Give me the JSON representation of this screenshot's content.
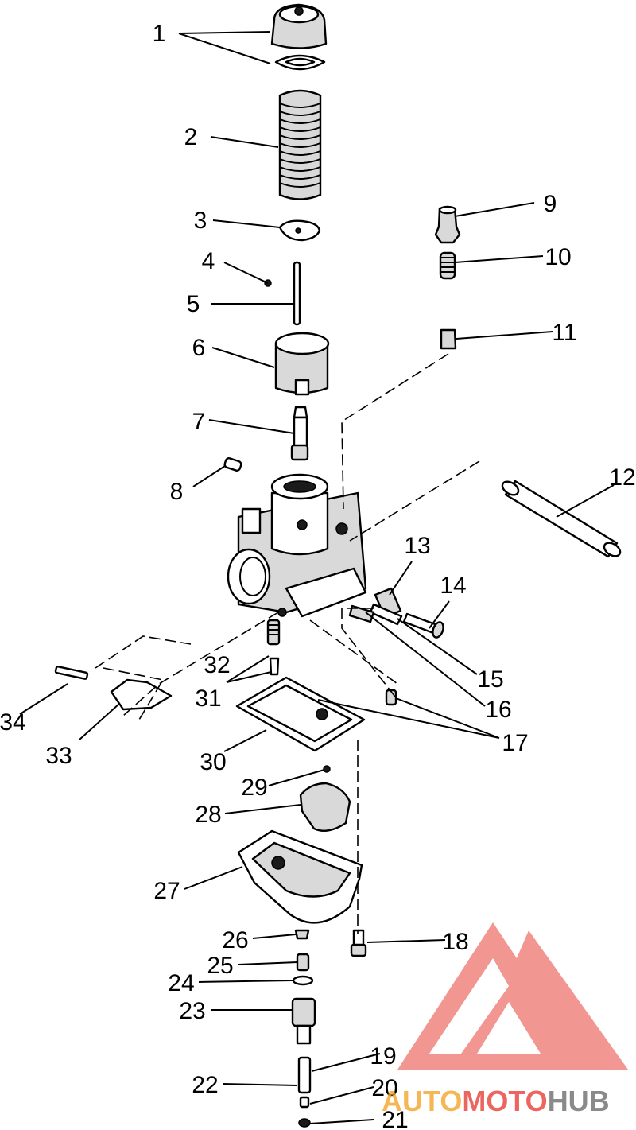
{
  "callouts": [
    "1",
    "2",
    "3",
    "4",
    "5",
    "6",
    "7",
    "8",
    "9",
    "10",
    "11",
    "12",
    "13",
    "14",
    "15",
    "16",
    "17",
    "18",
    "19",
    "20",
    "21",
    "22",
    "23",
    "24",
    "25",
    "26",
    "27",
    "28",
    "29",
    "30",
    "31",
    "32",
    "33",
    "34"
  ],
  "watermark": {
    "part1": "AUTO",
    "part2": "MOTO",
    "part3": "HUB",
    "color_red": "#e8413a",
    "color_orange": "#f4a52a",
    "color_gray": "#6e6e6e"
  }
}
